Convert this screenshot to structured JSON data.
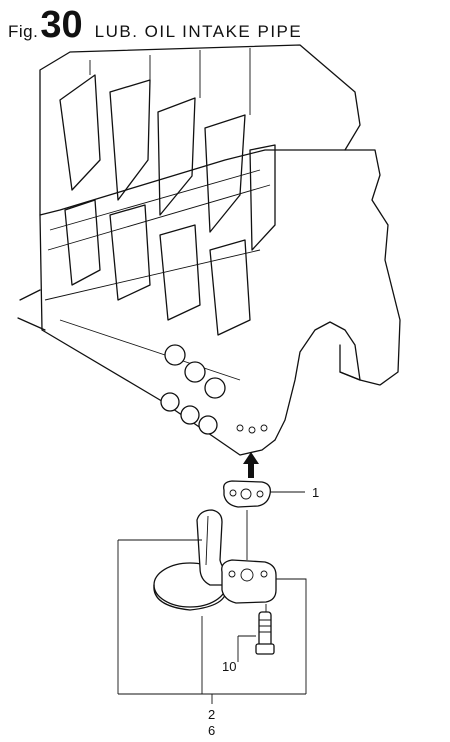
{
  "header": {
    "prefix": "Fig.",
    "number": "30",
    "title": "LUB. OIL INTAKE PIPE"
  },
  "callouts": [
    {
      "id": "gasket",
      "number": "1"
    },
    {
      "id": "bolt",
      "number": "10"
    },
    {
      "id": "pipe-assembly",
      "number": "2"
    },
    {
      "id": "pipe-assembly-alt",
      "number": "6"
    }
  ]
}
